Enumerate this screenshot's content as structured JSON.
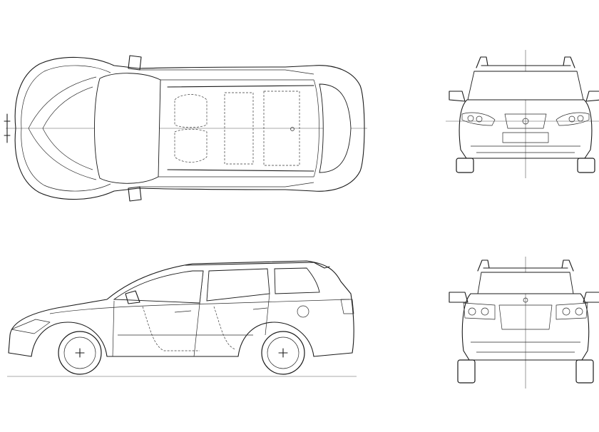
{
  "drawing": {
    "views": [
      {
        "id": "top",
        "description_key": "top-view"
      },
      {
        "id": "front",
        "description_key": "front-view"
      },
      {
        "id": "side",
        "description_key": "side-view"
      },
      {
        "id": "rear",
        "description_key": "rear-view"
      }
    ],
    "line_color": "#1a1a1a",
    "background": "#ffffff"
  }
}
